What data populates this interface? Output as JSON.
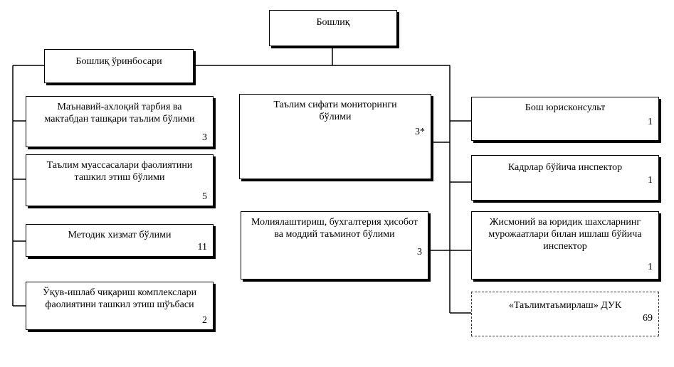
{
  "chart": {
    "head": {
      "title": "Бошлиқ"
    },
    "deputy": {
      "title": "Бошлиқ ўринбосари"
    },
    "left_units": [
      {
        "title": "Маънавий-ахлоқий тарбия ва мактабдан ташқари таълим бўлими",
        "count": "3"
      },
      {
        "title": "Таълим муассасалари фаолиятини ташкил этиш бўлими",
        "count": "5"
      },
      {
        "title": "Методик хизмат бўлими",
        "count": "11"
      },
      {
        "title": "Ўқув-ишлаб чиқариш комплекслари фаолиятини ташкил этиш шўъбаси",
        "count": "2"
      }
    ],
    "center_units": [
      {
        "title": "Таълим сифати мониторинги бўлими",
        "count": "3*"
      },
      {
        "title": "Молиялаштириш, бухгалтерия ҳисобот ва моддий таъминот бўлими",
        "count": "3"
      }
    ],
    "right_units": [
      {
        "title": "Бош юрисконсульт",
        "count": "1"
      },
      {
        "title": "Кадрлар бўйича инспектор",
        "count": "1"
      },
      {
        "title": "Жисмоний ва юридик шахсларнинг мурожаатлари билан ишлаш бўйича инспектор",
        "count": "1"
      },
      {
        "title": "«Таълимтаъмирлаш» ДУК",
        "count": "69"
      }
    ],
    "line_color": "#000000",
    "dashed_border_color": "#333333"
  }
}
